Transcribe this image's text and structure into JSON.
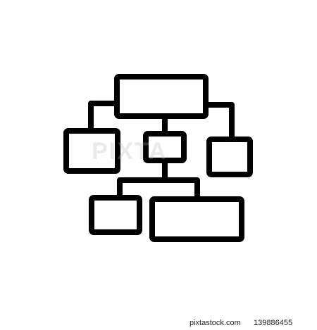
{
  "watermark": {
    "text": "PIXTA"
  },
  "footer": {
    "brand": "pixtastock.com",
    "image_id": "139886455"
  },
  "icon": {
    "name": "hierarchy-flowchart-icon",
    "stroke_color": "#000000",
    "background_color": "#ffffff"
  }
}
